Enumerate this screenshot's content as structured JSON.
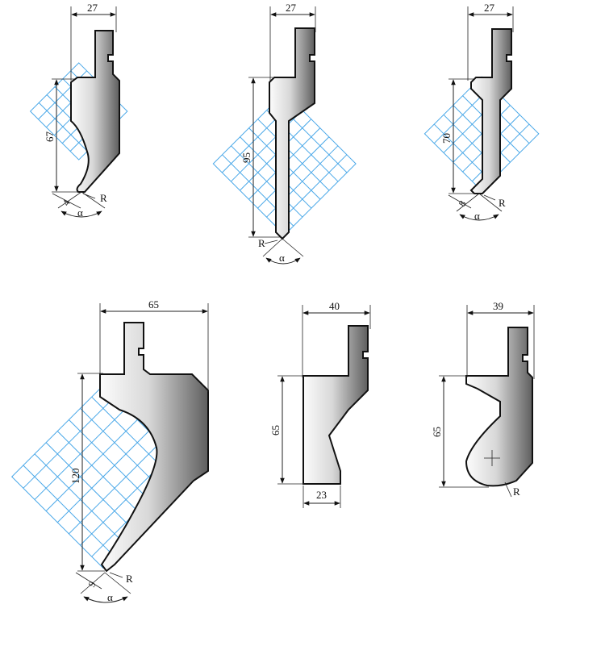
{
  "tools": [
    {
      "id": "tool-1",
      "width": "27",
      "height": "67",
      "tip": "4",
      "radius": "R",
      "angle": "α"
    },
    {
      "id": "tool-2",
      "width": "27",
      "height": "95",
      "radius": "R",
      "angle": "α"
    },
    {
      "id": "tool-3",
      "width": "27",
      "height": "70",
      "tip": "8",
      "radius": "R",
      "angle": "α"
    },
    {
      "id": "tool-4",
      "width": "65",
      "height": "120",
      "tip": "9",
      "radius": "R",
      "angle": "α"
    },
    {
      "id": "tool-5",
      "width": "40",
      "height": "65",
      "bottom": "23"
    },
    {
      "id": "tool-6",
      "width": "39",
      "height": "65",
      "radius": "R"
    }
  ],
  "colors": {
    "grid": "#4aa8e8",
    "tool_light": "#fafafa",
    "tool_dark": "#6a6a6a",
    "ink": "#111111"
  }
}
